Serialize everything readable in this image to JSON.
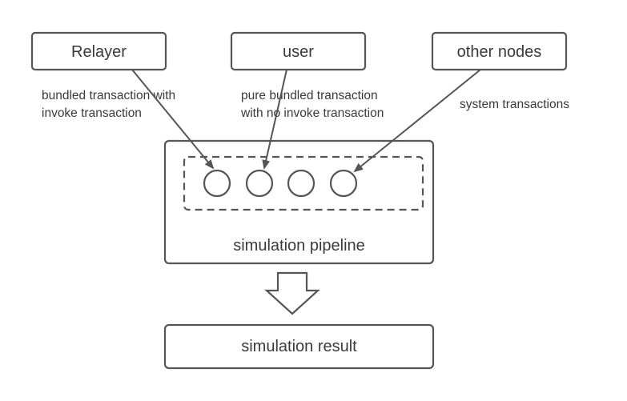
{
  "nodes": {
    "relayer": "Relayer",
    "user": "user",
    "other_nodes": "other nodes",
    "pipeline": "simulation pipeline",
    "result": "simulation result"
  },
  "edge_labels": {
    "relayer": [
      "bundled transaction with",
      "invoke transaction"
    ],
    "user": [
      "pure bundled transaction",
      "with no invoke transaction"
    ],
    "other_nodes": [
      "system transactions"
    ]
  },
  "colors": {
    "stroke": "#555555",
    "text": "#3a3a3a",
    "background": "#ffffff"
  }
}
